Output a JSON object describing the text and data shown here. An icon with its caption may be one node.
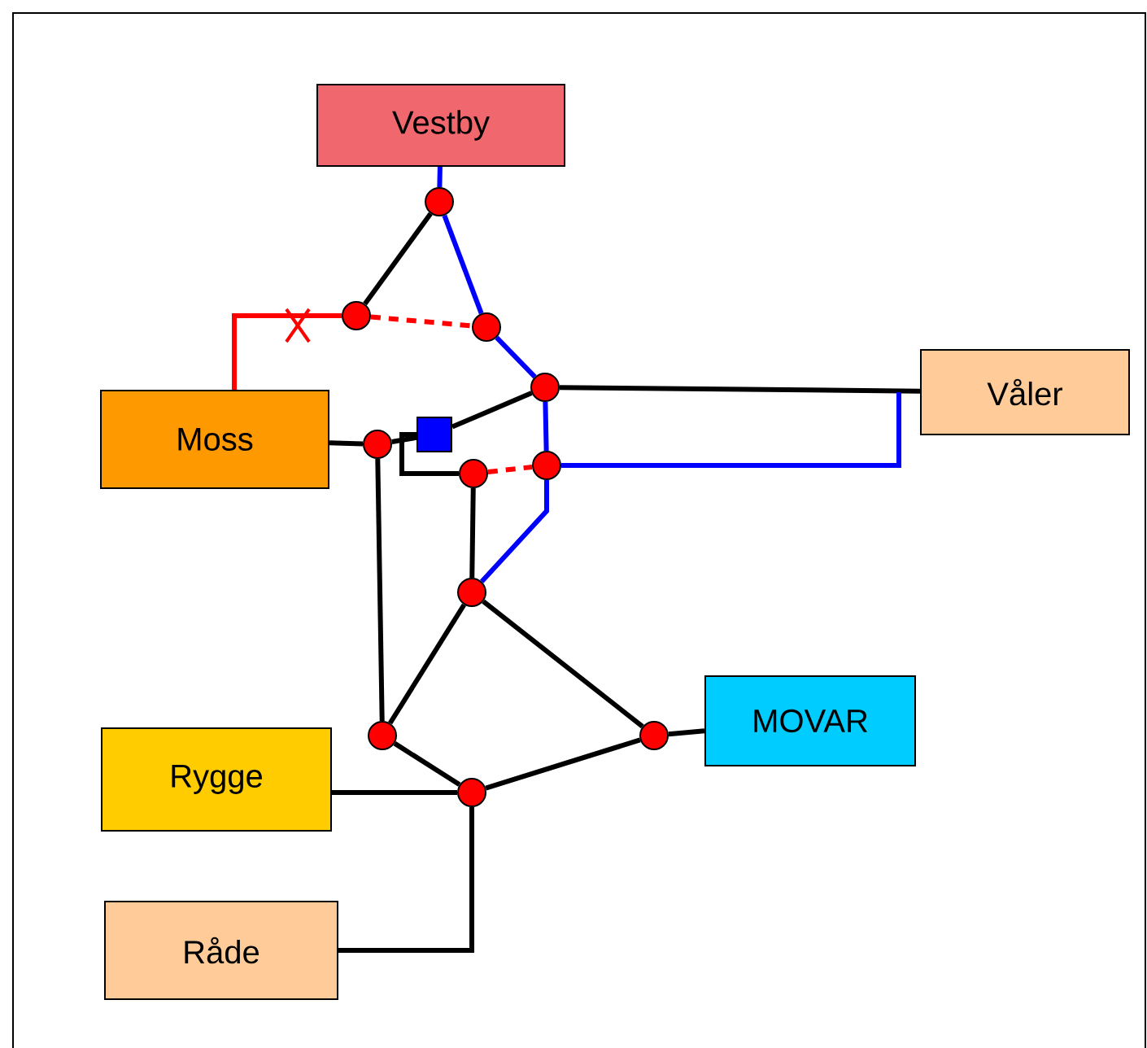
{
  "diagram": {
    "nodes": [
      {
        "text": [
          "Vestby"
        ]
      },
      {
        "text": [
          "Moss"
        ]
      },
      {
        "text": [
          "Våler"
        ]
      },
      {
        "text": [
          "MOVAR"
        ]
      },
      {
        "text": [
          "Rygge"
        ]
      },
      {
        "text": [
          "Råde"
        ]
      },
      {
        "text": [],
        "shape": "circle"
      },
      {
        "text": [],
        "shape": "circle"
      },
      {
        "text": [],
        "shape": "circle"
      },
      {
        "text": [],
        "shape": "circle"
      },
      {
        "text": [],
        "shape": "circle"
      },
      {
        "text": [],
        "shape": "box"
      },
      {
        "text": [],
        "shape": "circle"
      },
      {
        "text": [],
        "shape": "circle"
      },
      {
        "text": [],
        "shape": "circle"
      },
      {
        "text": [],
        "shape": "circle"
      },
      {
        "text": [],
        "shape": "circle"
      },
      {
        "text": [],
        "shape": "circle"
      }
    ],
    "edges": [
      {
        "from": 0,
        "to": 6,
        "arrow": "none",
        "color": "#0000ff"
      },
      {
        "from": 6,
        "to": 7,
        "arrow": "none"
      },
      {
        "from": 6,
        "to": 8,
        "arrow": "none",
        "color": "#0000ff"
      },
      {
        "from": 8,
        "to": 9,
        "arrow": "none",
        "color": "#0000ff"
      },
      {
        "from": 7,
        "to": 8,
        "arrow": "none",
        "style": "dashed",
        "color": "#ff0000"
      },
      {
        "from": 1,
        "to": 7,
        "arrow": "none",
        "color": "#ff0000"
      },
      {
        "from": 9,
        "to": 2,
        "arrow": "none"
      },
      {
        "from": 9,
        "to": 11,
        "arrow": "none"
      },
      {
        "from": 1,
        "to": 10,
        "arrow": "none"
      },
      {
        "from": 10,
        "to": 11,
        "arrow": "none"
      },
      {
        "from": 11,
        "to": 12,
        "arrow": "none"
      },
      {
        "from": 12,
        "to": 13,
        "arrow": "none",
        "style": "dashed",
        "color": "#ff0000"
      },
      {
        "from": 13,
        "to": 2,
        "arrow": "none",
        "color": "#0000ff"
      },
      {
        "from": 9,
        "to": 13,
        "arrow": "none",
        "color": "#0000ff"
      },
      {
        "from": 13,
        "to": 14,
        "arrow": "none",
        "color": "#0000ff"
      },
      {
        "from": 12,
        "to": 14,
        "arrow": "none"
      },
      {
        "from": 10,
        "to": 15,
        "arrow": "none"
      },
      {
        "from": 14,
        "to": 15,
        "arrow": "none"
      },
      {
        "from": 14,
        "to": 16,
        "arrow": "none"
      },
      {
        "from": 15,
        "to": 17,
        "arrow": "none"
      },
      {
        "from": 16,
        "to": 17,
        "arrow": "none"
      },
      {
        "from": 3,
        "to": 16,
        "arrow": "none"
      },
      {
        "from": 4,
        "to": 17,
        "arrow": "none"
      },
      {
        "from": 5,
        "to": 17,
        "arrow": "none"
      }
    ]
  }
}
